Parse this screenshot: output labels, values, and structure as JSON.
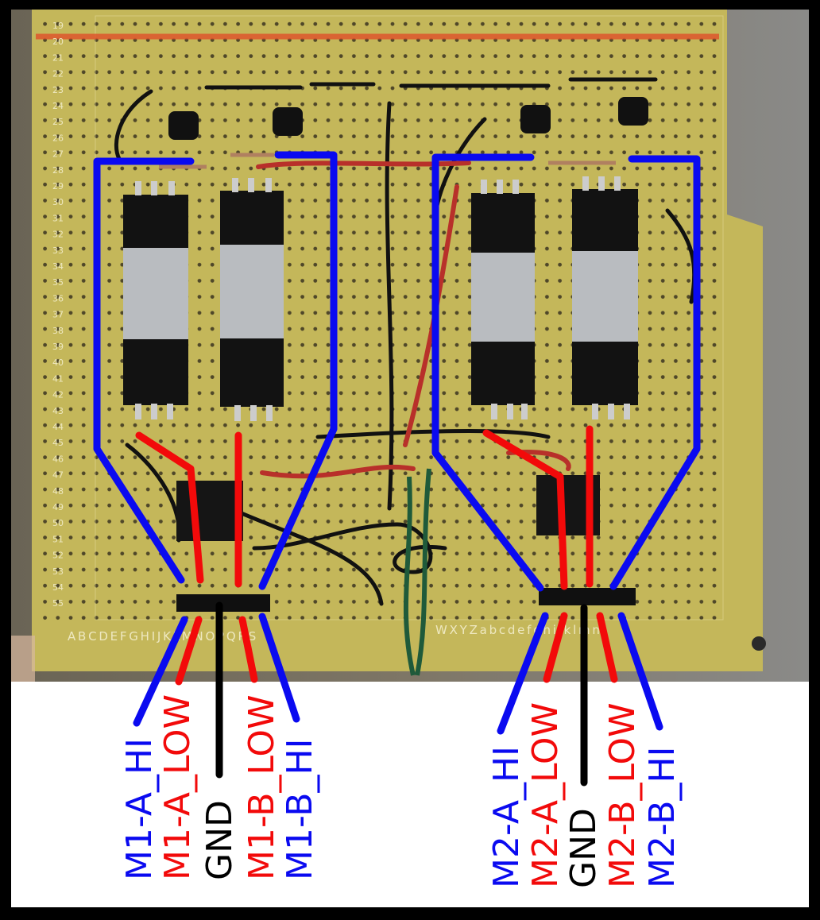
{
  "title": "Dual H-bridge motor driver perfboard wiring",
  "colors": {
    "hi": "#0a0af0",
    "low": "#f20a0a",
    "gnd": "#000000",
    "board": "#c8bb5c",
    "frame": "#000000"
  },
  "board": {
    "row_numbers": [
      "19",
      "20",
      "21",
      "22",
      "23",
      "24",
      "25",
      "26",
      "27",
      "28",
      "29",
      "30",
      "31",
      "32",
      "33",
      "34",
      "35",
      "36",
      "37",
      "38",
      "39",
      "40",
      "41",
      "42",
      "43",
      "44",
      "45",
      "46",
      "47",
      "48",
      "49",
      "50",
      "51",
      "52",
      "53",
      "54",
      "55"
    ],
    "column_letters_left": "A B C D E F G H I J K L M N O P Q R S",
    "column_letters_right": "W X Y Z a b c d e f g h i j k l m n"
  },
  "labels": {
    "m1": [
      "M1-A_HI",
      "M1-A_LOW",
      "GND",
      "M1-B_LOW",
      "M1-B_HI"
    ],
    "m2": [
      "M2-A_HI",
      "M2-A_LOW",
      "GND",
      "M2-B_LOW",
      "M2-B_HI"
    ]
  }
}
